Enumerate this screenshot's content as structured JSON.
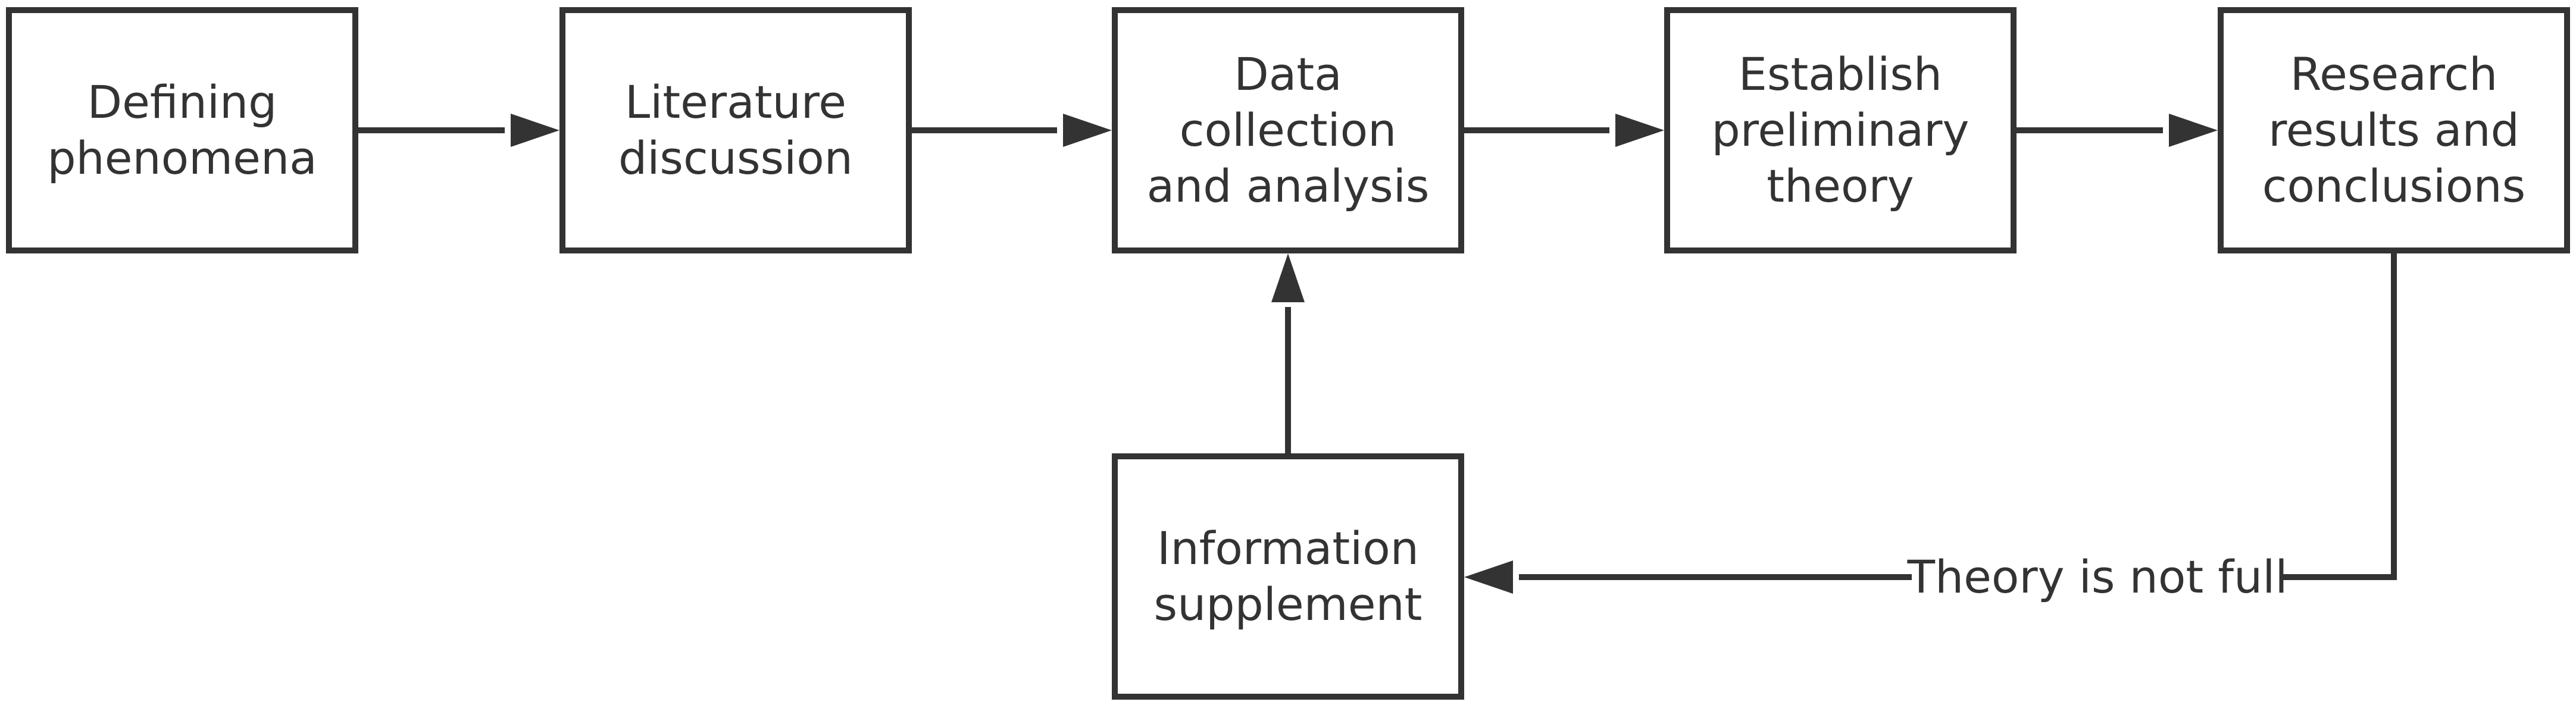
{
  "nodes": {
    "defining_phenomena": [
      "Defining",
      "phenomena"
    ],
    "literature_discussion": [
      "Literature",
      "discussion"
    ],
    "data_collection": [
      "Data",
      "collection",
      "and analysis"
    ],
    "preliminary_theory": [
      "Establish",
      "preliminary",
      "theory"
    ],
    "research_results": [
      "Research",
      "results and",
      "conclusions"
    ],
    "information_supplement": [
      "Information",
      "supplement"
    ]
  },
  "edges": {
    "feedback_label": "Theory is not full"
  },
  "colors": {
    "stroke": "#333333",
    "background": "#ffffff"
  }
}
